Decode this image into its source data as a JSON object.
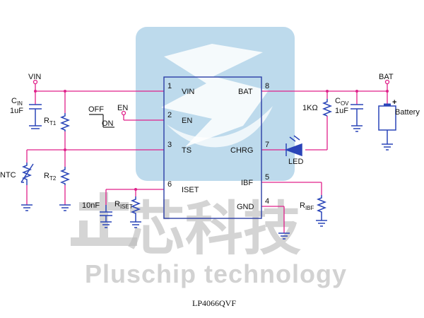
{
  "watermark": {
    "chinese": "芯科技",
    "english": "Pluschip technology",
    "logo_color": "#a7cde6"
  },
  "colors": {
    "wire": "#e0208a",
    "chip": "#2b3ea6",
    "component": "#2a45b8",
    "ground": "#2a45b8",
    "node": "#e0208a"
  },
  "chip": {
    "part_number": "LP4066QVF",
    "pins_left": [
      {
        "num": "1",
        "name": "VIN"
      },
      {
        "num": "2",
        "name": "EN"
      },
      {
        "num": "3",
        "name": "TS"
      },
      {
        "num": "6",
        "name": "ISET"
      }
    ],
    "pins_right": [
      {
        "num": "8",
        "name": "BAT"
      },
      {
        "num": "7",
        "name": "CHRG"
      },
      {
        "num": "5",
        "name": "IBF"
      },
      {
        "num": "4",
        "name": "GND"
      }
    ]
  },
  "labels": {
    "vin": "VIN",
    "bat": "BAT",
    "en": "EN",
    "switch_off": "OFF",
    "switch_on": "ON",
    "cin_main": "C",
    "cin_sub": "IN",
    "cin_value": "1uF",
    "rt1_main": "R",
    "rt1_sub": "T1",
    "rt2_main": "R",
    "rt2_sub": "T2",
    "ntc": "NTC",
    "cap_10nf": "10nF",
    "riset_main": "R",
    "riset_sub": "ISET",
    "res_1k": "1KΩ",
    "cov_main": "C",
    "cov_sub": "OV",
    "cov_value": "1uF",
    "led": "LED",
    "battery": "Battery",
    "ribf_main": "R",
    "ribf_sub": "IBF"
  }
}
